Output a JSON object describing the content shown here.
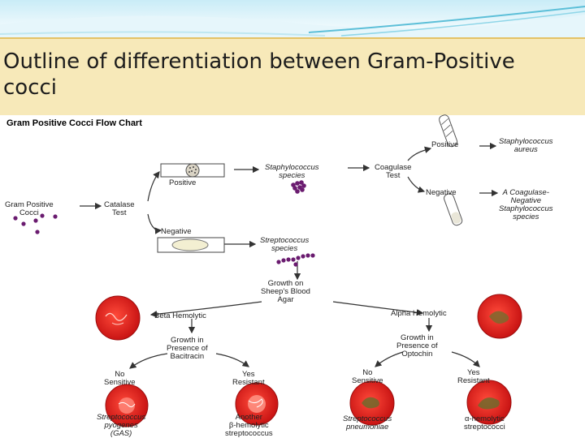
{
  "slide": {
    "title_line1": "Outline of differentiation between Gram-Positive",
    "title_line2": "cocci"
  },
  "chart": {
    "heading": "Gram Positive Cocci Flow Chart",
    "start": [
      "Gram Positive",
      "Cocci"
    ],
    "catalase": [
      "Catalase",
      "Test"
    ],
    "positive": "Positive",
    "negative": "Negative",
    "staph": [
      "Staphylococcus",
      "species"
    ],
    "coagulase": [
      "Coagulase",
      "Test"
    ],
    "coag_pos": "Positive",
    "coag_neg": "Negative",
    "staph_aureus": [
      "Staphylococcus",
      "aureus"
    ],
    "cons": [
      "A Coagulase-",
      "Negative",
      "Staphylococcus",
      "species"
    ],
    "strep": [
      "Streptococcus",
      "species"
    ],
    "growth_agar": [
      "Growth on",
      "Sheep's Blood",
      "Agar"
    ],
    "beta": "Beta Hemolytic",
    "alpha": "Alpha Hemolytic",
    "bacitracin": [
      "Growth in",
      "Presence of",
      "Bacitracin"
    ],
    "optochin": [
      "Growth in",
      "Presence of",
      "Optochin"
    ],
    "beta_no": [
      "No",
      "Sensitive"
    ],
    "beta_yes": [
      "Yes",
      "Resistant"
    ],
    "alpha_no": [
      "No",
      "Sensitive"
    ],
    "alpha_yes": [
      "Yes",
      "Resistant"
    ],
    "pyogenes": [
      "Streptococcus",
      "pyogenes",
      "(GAS)"
    ],
    "other_beta": [
      "Another",
      "β-hemolytic",
      "streptococcus"
    ],
    "pneumoniae": [
      "Streptococcus",
      "pneumoniae"
    ],
    "other_alpha": [
      "α-hemolytic",
      "streptococci"
    ]
  },
  "colors": {
    "title_bg": "#f7e9b9",
    "agar_red": "#e31b1b",
    "cocci_purple": "#6a1b6f"
  }
}
